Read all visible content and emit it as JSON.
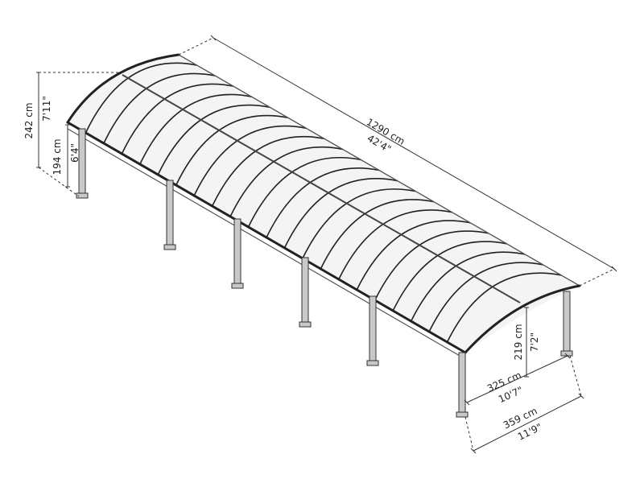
{
  "dimensions": {
    "length": {
      "metric": "1290 cm",
      "imperial": "42'4\""
    },
    "total_height": {
      "metric": "242 cm",
      "imperial": "7'11\""
    },
    "post_height_back": {
      "metric": "194 cm",
      "imperial": "6'4\""
    },
    "post_height_front": {
      "metric": "219 cm",
      "imperial": "7'2\""
    },
    "inner_width": {
      "metric": "325 cm",
      "imperial": "10'7\""
    },
    "outer_width": {
      "metric": "359 cm",
      "imperial": "11'9\""
    }
  },
  "colors": {
    "line": "#222222",
    "post_fill": "#c9c9c9",
    "roof_fill": "#f4f4f4"
  }
}
